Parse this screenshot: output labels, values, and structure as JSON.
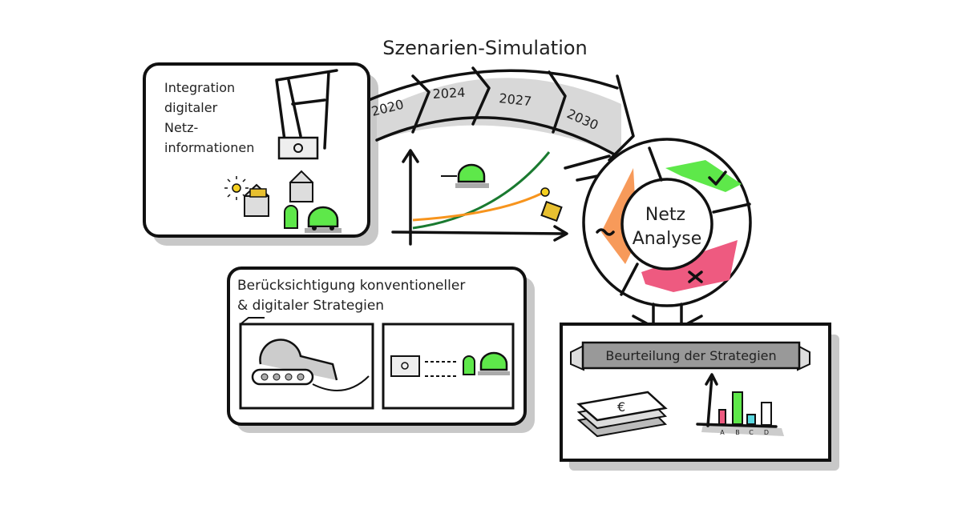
{
  "title": "Szenarien-Simulation",
  "timeline": {
    "years": [
      "2020",
      "2024",
      "2027",
      "2030"
    ]
  },
  "integration_box": {
    "lines": [
      "Integration",
      "digitaler",
      "Netz-",
      "informationen"
    ]
  },
  "analysis_circle": {
    "lines": [
      "Netz",
      "Analyse"
    ],
    "segments": [
      {
        "color": "#5ee84a",
        "mark": "check"
      },
      {
        "color": "#ee5a80",
        "mark": "cross"
      },
      {
        "color": "#f79a5a",
        "mark": "tilde"
      }
    ]
  },
  "strategies_box": {
    "lines": [
      "Berücksichtigung  konventioneller",
      "& digitaler Strategien"
    ]
  },
  "evaluation_box": {
    "banner": "Beurteilung der Strategien",
    "bar_labels": [
      "A",
      "B",
      "C",
      "D"
    ],
    "bar_colors": [
      "#ee5a80",
      "#5ee84a",
      "#5ad8e0",
      "#ffffff"
    ],
    "currency_symbol": "€"
  },
  "colors": {
    "green": "#5ee84a",
    "orange": "#f7941d",
    "curve_green": "#1a7a30",
    "shadow": "#c8c8c8"
  }
}
